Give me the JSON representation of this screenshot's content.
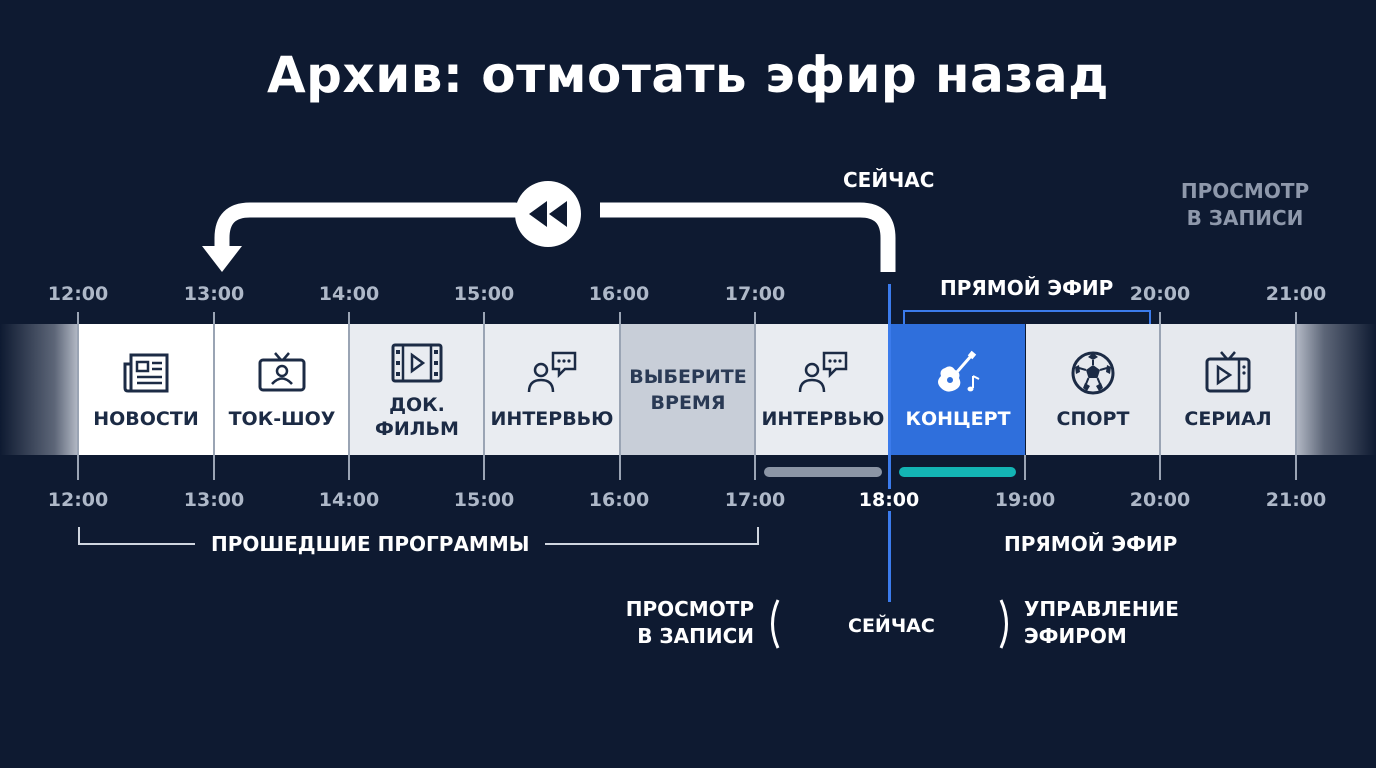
{
  "title": "Архив: отмотать эфир назад",
  "now_top_label": "СЕЙЧАС",
  "watch_recorded_top": [
    "ПРОСМОТР",
    "В ЗАПИСИ"
  ],
  "live_top_label": "ПРЯМОЙ ЭФИР",
  "ticks_top": [
    "12:00",
    "13:00",
    "14:00",
    "15:00",
    "16:00",
    "17:00",
    "20:00",
    "21:00"
  ],
  "ticks_bottom": [
    "12:00",
    "13:00",
    "14:00",
    "15:00",
    "16:00",
    "17:00",
    "18:00",
    "19:00",
    "20:00",
    "21:00"
  ],
  "programs": [
    {
      "label": "НОВОСТИ",
      "icon": "newspaper-icon"
    },
    {
      "label": "ТОК-ШОУ",
      "icon": "talk-show-tv-icon"
    },
    {
      "label_line1": "ДОК.",
      "label_line2": "ФИЛЬМ",
      "icon": "film-icon"
    },
    {
      "label": "ИНТЕРВЬЮ",
      "icon": "interview-icon"
    },
    {
      "label_line1": "ВЫБЕРИТЕ",
      "label_line2": "ВРЕМЯ"
    },
    {
      "label": "ИНТЕРВЬЮ",
      "icon": "interview-icon"
    },
    {
      "label": "КОНЦЕРТ",
      "icon": "guitar-icon"
    },
    {
      "label": "СПОРТ",
      "icon": "soccer-ball-icon"
    },
    {
      "label": "СЕРИАЛ",
      "icon": "tv-play-icon"
    }
  ],
  "past_programs_label": "ПРОШЕДШИЕ ПРОГРАММЫ",
  "live_bottom_label": "ПРЯМОЙ ЭФИР",
  "watch_recorded_bottom": [
    "ПРОСМОТР",
    "В ЗАПИСИ"
  ],
  "now_bottom_label": "СЕЙЧАС",
  "control_live": [
    "УПРАВЛЕНИЕ",
    "ЭФИРОМ"
  ],
  "colors": {
    "background": "#0e1a31",
    "live": "#2f6fdc",
    "now_line": "#3b7bec",
    "teal_progress": "#13b4b4"
  }
}
